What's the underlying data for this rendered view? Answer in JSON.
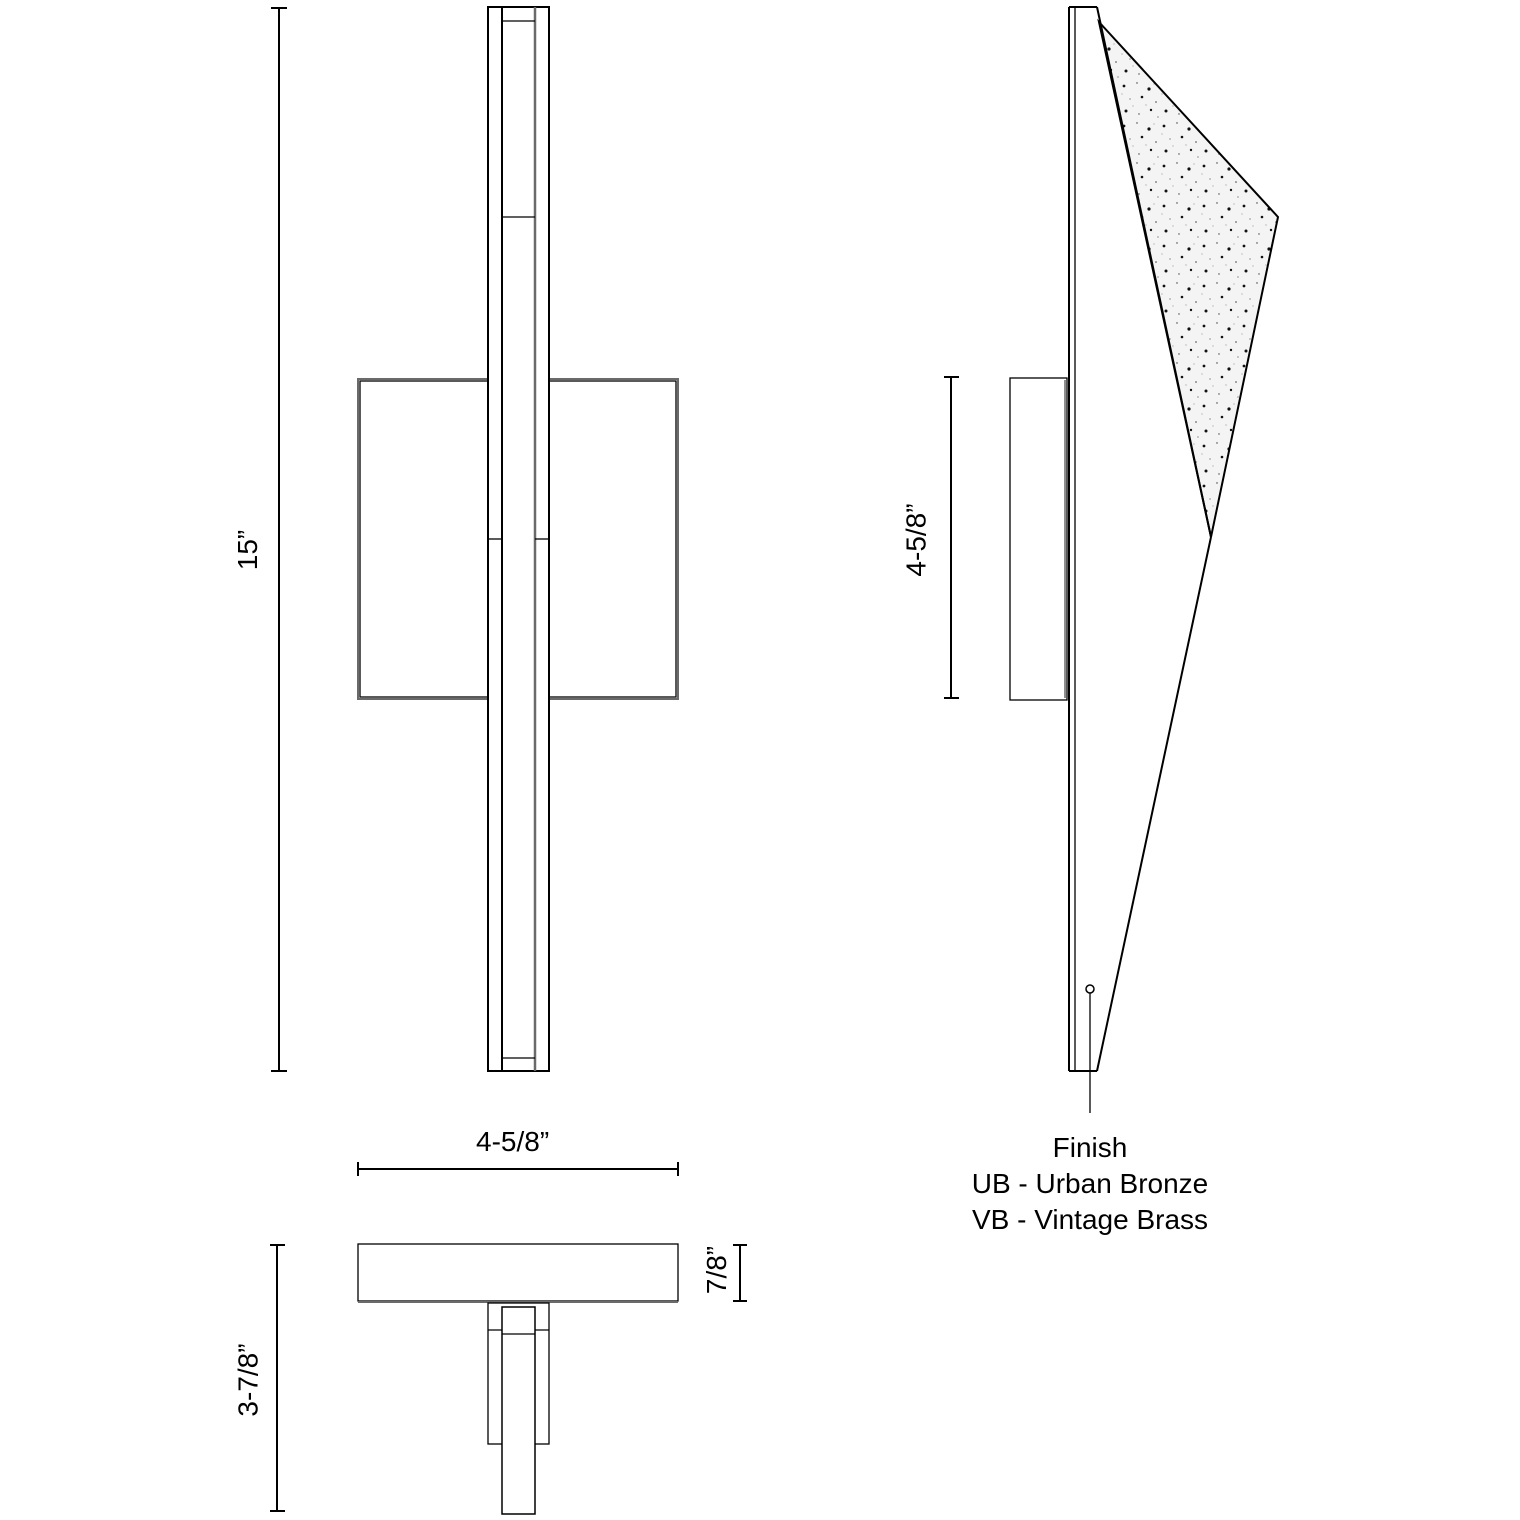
{
  "views": {
    "front": {
      "height_label": "15”",
      "width_label": "4-5/8”"
    },
    "side": {
      "backplate_height_label": "4-5/8”"
    },
    "top": {
      "depth_label": "3-7/8”",
      "plate_thickness_label": "7/8”"
    }
  },
  "finish": {
    "title": "Finish",
    "options": [
      "UB - Urban Bronze",
      "VB - Vintage Brass"
    ]
  },
  "colors": {
    "line": "#000000",
    "background": "#ffffff"
  }
}
